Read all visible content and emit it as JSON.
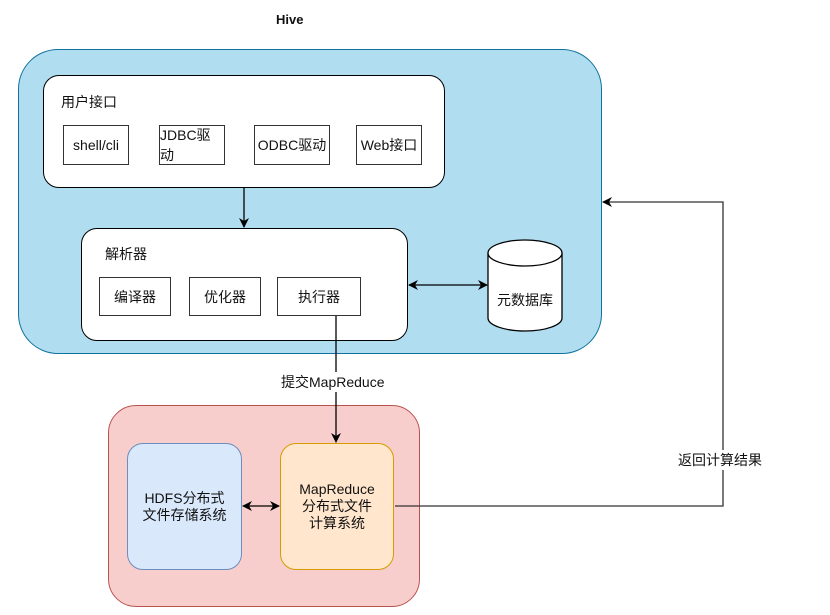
{
  "title": "Hive",
  "hive": {
    "user_interface": {
      "label": "用户接口",
      "items": [
        "shell/cli",
        "JDBC驱动",
        "ODBC驱动",
        "Web接口"
      ]
    },
    "parser": {
      "label": "解析器",
      "items": [
        "编译器",
        "优化器",
        "执行器"
      ]
    },
    "metastore": {
      "label": "元数据库"
    }
  },
  "hadoop": {
    "hdfs": {
      "lines": [
        "HDFS分布式",
        "文件存储系统"
      ]
    },
    "mapreduce": {
      "lines": [
        "MapReduce",
        "分布式文件",
        "计算系统"
      ]
    }
  },
  "edges": {
    "submit_label": "提交MapReduce",
    "return_label": "返回计算结果"
  },
  "colors": {
    "hive_fill": "#b1ddf0",
    "hive_stroke": "#10739e",
    "hadoop_fill": "#f8cecc",
    "hadoop_stroke": "#b85450",
    "hdfs_fill": "#dae8fc",
    "hdfs_stroke": "#6c8ebf",
    "mapreduce_fill": "#ffe6cc",
    "mapreduce_stroke": "#d79b00"
  }
}
